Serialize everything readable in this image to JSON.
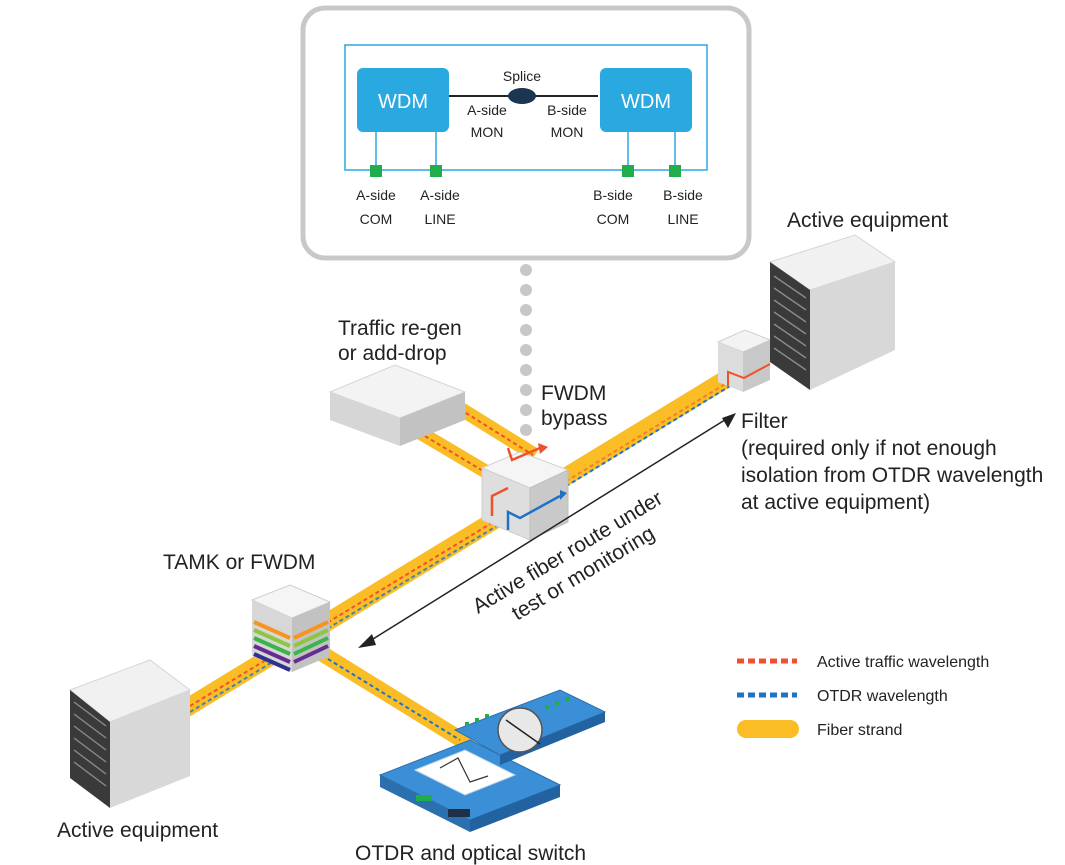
{
  "callout": {
    "splice": "Splice",
    "wdm_left": "WDM",
    "wdm_right": "WDM",
    "a_mon_1": "A-side",
    "a_mon_2": "MON",
    "b_mon_1": "B-side",
    "b_mon_2": "MON",
    "a_com_1": "A-side",
    "a_com_2": "COM",
    "a_line_1": "A-side",
    "a_line_2": "LINE",
    "b_com_1": "B-side",
    "b_com_2": "COM",
    "b_line_1": "B-side",
    "b_line_2": "LINE"
  },
  "labels": {
    "active_equipment_right": "Active equipment",
    "traffic_regen_1": "Traffic re-gen",
    "traffic_regen_2": "or add-drop",
    "fwdm_bypass_1": "FWDM",
    "fwdm_bypass_2": "bypass",
    "filter_1": "Filter",
    "filter_2": "(required only if not enough",
    "filter_3": "isolation from OTDR wavelength",
    "filter_4": "at active equipment)",
    "route_1": "Active fiber route under",
    "route_2": "test or monitoring",
    "tamk": "TAMK or FWDM",
    "active_equipment_left": "Active equipment",
    "otdr": "OTDR and optical switch"
  },
  "legend": [
    {
      "label": "Active traffic wavelength",
      "style": "dashed",
      "color": "#f0512d"
    },
    {
      "label": "OTDR wavelength",
      "style": "dashed",
      "color": "#1f73c4"
    },
    {
      "label": "Fiber strand",
      "style": "solid",
      "color": "#fbbd25"
    }
  ],
  "colors": {
    "fiber": "#fbbd25",
    "active_traffic": "#f0512d",
    "otdr": "#1f73c4",
    "wdm_box": "#2aa9e0",
    "port": "#1fae4b",
    "frame": "#c8c8c8",
    "equipment": "#e4e4e4",
    "otdr_device": "#3a8fd6"
  },
  "icons": [
    "splice-icon",
    "port-icon",
    "fwdm-bypass-icon",
    "tamk-fwdm-icon",
    "filter-icon",
    "active-equipment-icon",
    "otdr-switch-icon"
  ]
}
